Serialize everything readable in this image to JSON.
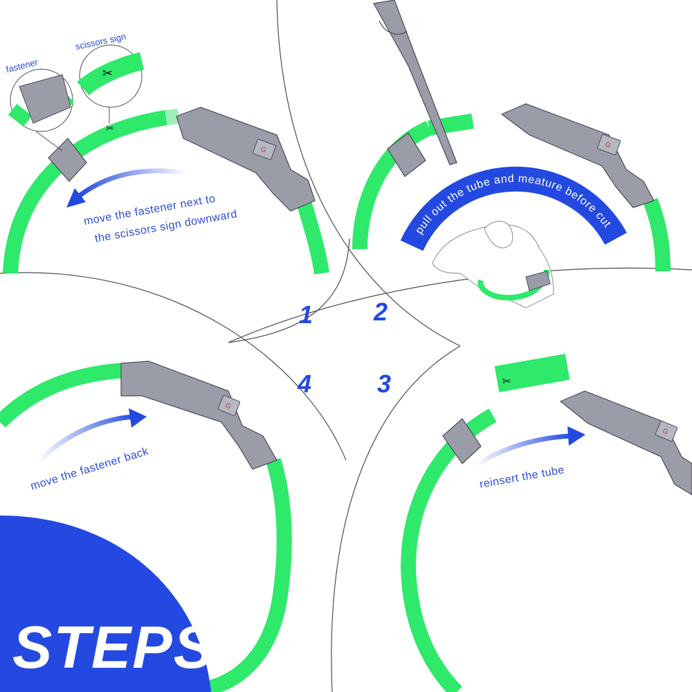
{
  "labels": {
    "fastener": "fastener",
    "scissors_sign": "scissors sign"
  },
  "steps": [
    {
      "number": "1",
      "caption_line1": "move the fastener next to",
      "caption_line2": "the scissors sign downward"
    },
    {
      "number": "2",
      "caption": "pull out the tube and meature before cut"
    },
    {
      "number": "3",
      "caption": "reinsert the tube"
    },
    {
      "number": "4",
      "caption": "move the fastener back"
    }
  ],
  "title": "STEPS",
  "colors": {
    "tube_green": "#2ee96a",
    "fastener_gray": "#9a9ca8",
    "accent_blue": "#2449e0",
    "outline": "#4a4a55"
  },
  "icons": [
    "scissors-icon",
    "arrow-icon",
    "dog-illustration",
    "scissors-tool"
  ]
}
